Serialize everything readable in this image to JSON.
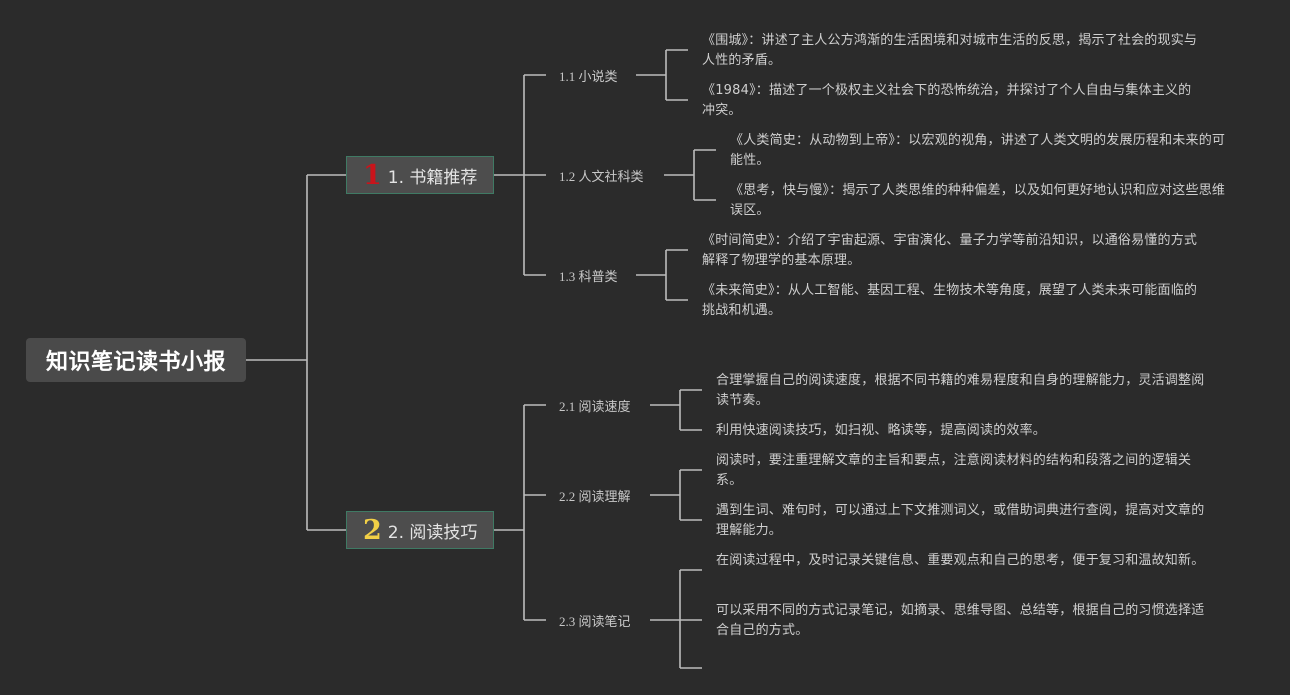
{
  "root": {
    "title": "知识笔记读书小报"
  },
  "branches": [
    {
      "number": "1",
      "label": "1. 书籍推荐",
      "children": [
        {
          "label": "1.1 小说类",
          "items": [
            "《围城》：讲述了主人公方鸿渐的生活困境和对城市生活的反思，揭示了社会的现实与人性的矛盾。",
            "《1984》：描述了一个极权主义社会下的恐怖统治，并探讨了个人自由与集体主义的冲突。"
          ]
        },
        {
          "label": "1.2 人文社科类",
          "items": [
            "《人类简史：从动物到上帝》：以宏观的视角，讲述了人类文明的发展历程和未来的可能性。",
            "《思考，快与慢》：揭示了人类思维的种种偏差，以及如何更好地认识和应对这些思维误区。"
          ]
        },
        {
          "label": "1.3 科普类",
          "items": [
            "《时间简史》：介绍了宇宙起源、宇宙演化、量子力学等前沿知识，以通俗易懂的方式解释了物理学的基本原理。",
            "《未来简史》：从人工智能、基因工程、生物技术等角度，展望了人类未来可能面临的挑战和机遇。"
          ]
        }
      ]
    },
    {
      "number": "2",
      "label": "2. 阅读技巧",
      "children": [
        {
          "label": "2.1 阅读速度",
          "items": [
            "合理掌握自己的阅读速度，根据不同书籍的难易程度和自身的理解能力，灵活调整阅读节奏。",
            "利用快速阅读技巧，如扫视、略读等，提高阅读的效率。"
          ]
        },
        {
          "label": "2.2 阅读理解",
          "items": [
            "阅读时，要注重理解文章的主旨和要点，注意阅读材料的结构和段落之间的逻辑关系。",
            "遇到生词、难句时，可以通过上下文推测词义，或借助词典进行查阅，提高对文章的理解能力。"
          ]
        },
        {
          "label": "2.3 阅读笔记",
          "items": [
            "在阅读过程中，及时记录关键信息、重要观点和自己的思考，便于复习和温故知新。",
            "可以采用不同的方式记录笔记，如摘录、思维导图、总结等，根据自己的习惯选择适合自己的方式。",
            ""
          ]
        }
      ]
    }
  ]
}
